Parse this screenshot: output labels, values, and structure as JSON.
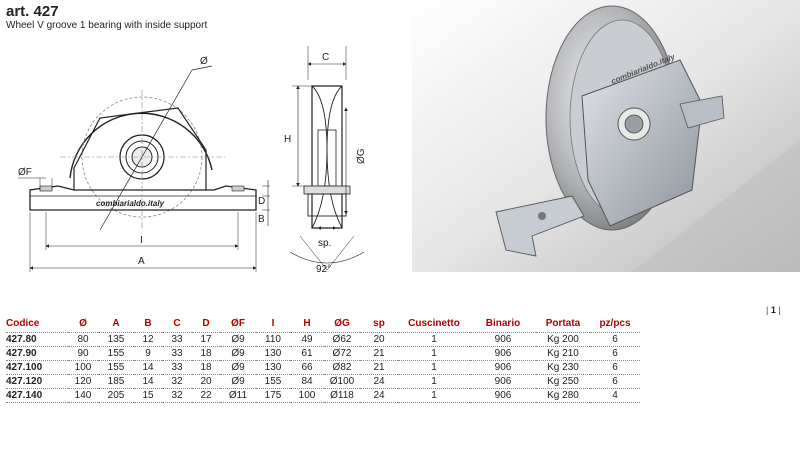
{
  "header": {
    "title": "art. 427",
    "subtitle": "Wheel V groove 1 bearing with inside support"
  },
  "drawing_labels": {
    "phi": "Ø",
    "phiF": "ØF",
    "logo": "combiarialdo.italy",
    "B": "B",
    "D": "D",
    "I": "I",
    "A": "A",
    "C": "C",
    "H": "H",
    "phiG": "ØG",
    "sp": "sp.",
    "angle": "92°"
  },
  "photo": {
    "logo": "combiarialdo.italy"
  },
  "pagination": {
    "prefix": "|",
    "current": "1",
    "suffix": "|"
  },
  "table": {
    "headers": [
      "Codice",
      "Ø",
      "A",
      "B",
      "C",
      "D",
      "ØF",
      "I",
      "H",
      "ØG",
      "sp",
      "Cuscinetto",
      "Binario",
      "Portata",
      "pz/pcs"
    ],
    "rows": [
      [
        "427.80",
        "80",
        "135",
        "12",
        "33",
        "17",
        "Ø9",
        "110",
        "49",
        "Ø62",
        "20",
        "1",
        "906",
        "Kg 200",
        "6"
      ],
      [
        "427.90",
        "90",
        "155",
        "9",
        "33",
        "18",
        "Ø9",
        "130",
        "61",
        "Ø72",
        "21",
        "1",
        "906",
        "Kg 210",
        "6"
      ],
      [
        "427.100",
        "100",
        "155",
        "14",
        "33",
        "18",
        "Ø9",
        "130",
        "66",
        "Ø82",
        "21",
        "1",
        "906",
        "Kg 230",
        "6"
      ],
      [
        "427.120",
        "120",
        "185",
        "14",
        "32",
        "20",
        "Ø9",
        "155",
        "84",
        "Ø100",
        "24",
        "1",
        "906",
        "Kg 250",
        "6"
      ],
      [
        "427.140",
        "140",
        "205",
        "15",
        "32",
        "22",
        "Ø11",
        "175",
        "100",
        "Ø118",
        "24",
        "1",
        "906",
        "Kg 280",
        "4"
      ]
    ]
  }
}
